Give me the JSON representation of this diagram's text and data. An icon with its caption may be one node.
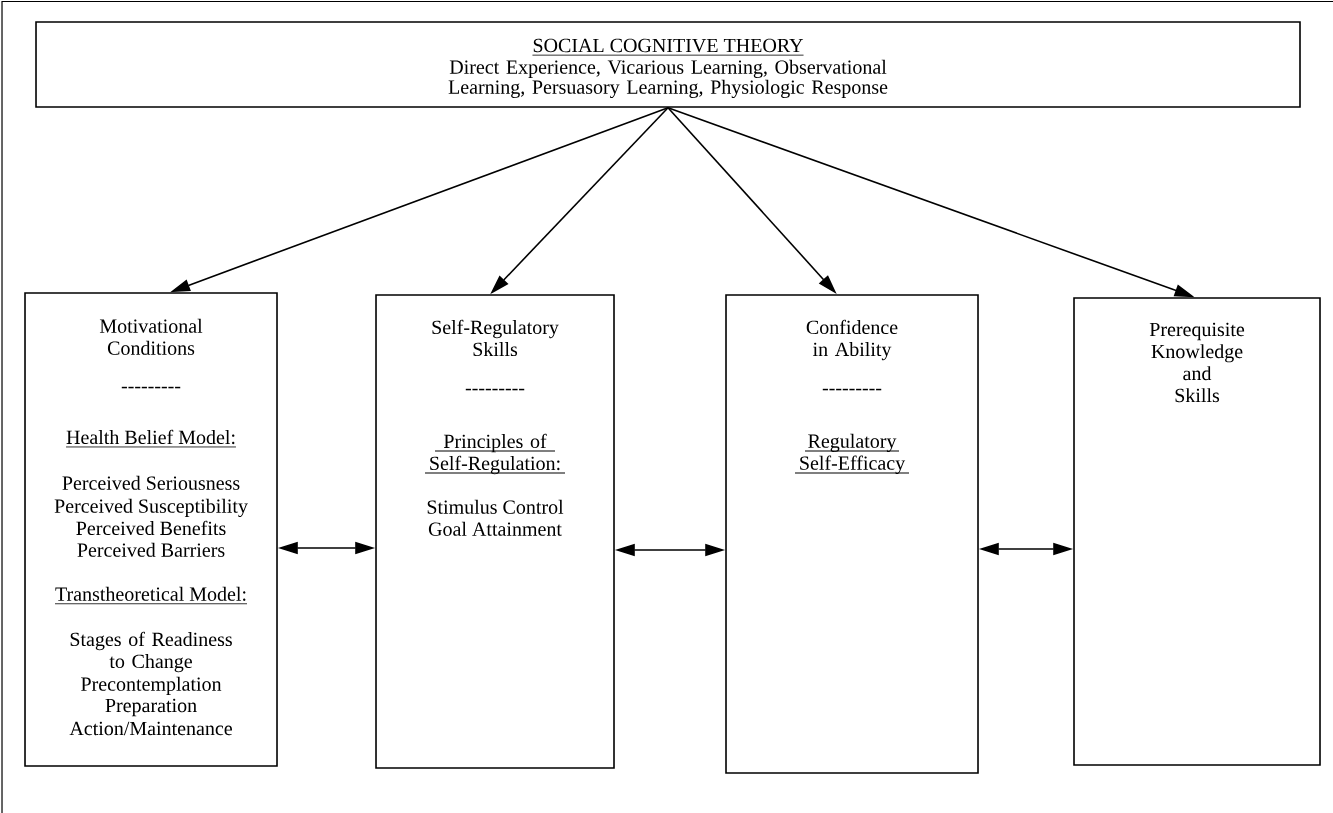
{
  "diagram": {
    "nodes": [
      {
        "text": [
          "SOCIAL COGNITIVE THEORY",
          "Direct Experience, Vicarious Learning, Observational Learning, Persuasory Learning, Physiologic Response"
        ]
      },
      {
        "text": [
          "Motivational Conditions",
          "---------",
          "Health Belief Model:",
          "Perceived Seriousness",
          "Perceived Susceptibility",
          "Perceived Benefits",
          "Perceived Barriers",
          "Transtheoretical Model:",
          "Stages of Readiness to Change",
          "Precontemplation",
          "Preparation",
          "Action/Maintenance"
        ]
      },
      {
        "text": [
          "Self-Regulatory Skills",
          "---------",
          "Principles of Self-Regulation:",
          "Stimulus Control",
          "Goal Attainment"
        ]
      },
      {
        "text": [
          "Confidence in Ability",
          "---------",
          "Regulatory Self-Efficacy"
        ]
      },
      {
        "text": [
          "Prerequisite Knowledge and Skills"
        ]
      }
    ],
    "edges": [
      {
        "from": 0,
        "to": 1,
        "arrow": "to"
      },
      {
        "from": 0,
        "to": 2,
        "arrow": "to"
      },
      {
        "from": 0,
        "to": 3,
        "arrow": "to"
      },
      {
        "from": 0,
        "to": 4,
        "arrow": "to"
      },
      {
        "from": 1,
        "to": 2,
        "arrow": "both"
      },
      {
        "from": 2,
        "to": 3,
        "arrow": "both"
      },
      {
        "from": 3,
        "to": 4,
        "arrow": "both"
      }
    ]
  }
}
